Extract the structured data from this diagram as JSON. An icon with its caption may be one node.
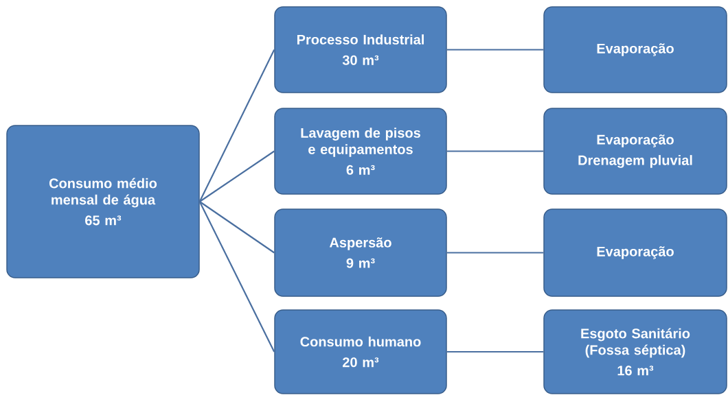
{
  "diagram": {
    "nodes": [
      {
        "text": [
          "Consumo médio mensal de água",
          "65 m³"
        ]
      },
      {
        "text": [
          "Processo Industrial",
          "30 m³"
        ]
      },
      {
        "text": [
          "Lavagem de pisos e equipamentos",
          "6 m³"
        ]
      },
      {
        "text": [
          "Aspersão",
          "9 m³"
        ]
      },
      {
        "text": [
          "Consumo humano",
          "20 m³"
        ]
      },
      {
        "text": [
          "Evaporação"
        ]
      },
      {
        "text": [
          "Evaporação",
          "Drenagem pluvial"
        ]
      },
      {
        "text": [
          "Evaporação"
        ]
      },
      {
        "text": [
          "Esgoto Sanitário (Fossa séptica)",
          "16 m³"
        ]
      }
    ],
    "edges": [
      {
        "from": 0,
        "to": 1,
        "arrow": "none"
      },
      {
        "from": 0,
        "to": 2,
        "arrow": "none"
      },
      {
        "from": 0,
        "to": 3,
        "arrow": "none"
      },
      {
        "from": 0,
        "to": 4,
        "arrow": "none"
      },
      {
        "from": 1,
        "to": 5,
        "arrow": "none"
      },
      {
        "from": 2,
        "to": 6,
        "arrow": "none"
      },
      {
        "from": 3,
        "to": 7,
        "arrow": "none"
      },
      {
        "from": 4,
        "to": 8,
        "arrow": "none"
      }
    ]
  }
}
